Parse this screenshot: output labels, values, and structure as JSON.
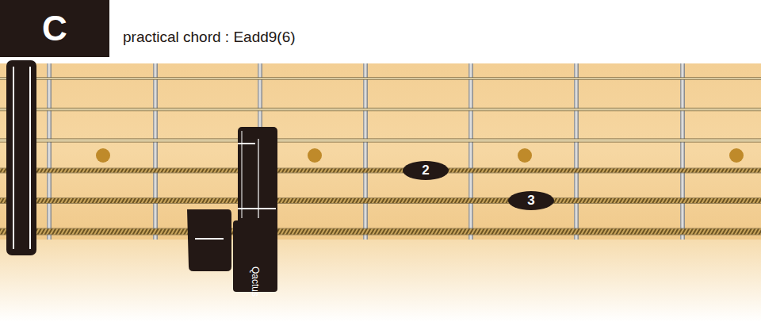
{
  "diagram": {
    "title": "practical chord : Eadd9(6)",
    "nodes": [
      {
        "text": [
          "C"
        ]
      },
      {
        "text": [
          "2"
        ]
      },
      {
        "text": [
          "3"
        ]
      },
      {
        "text": [
          "Qactus"
        ]
      }
    ]
  }
}
